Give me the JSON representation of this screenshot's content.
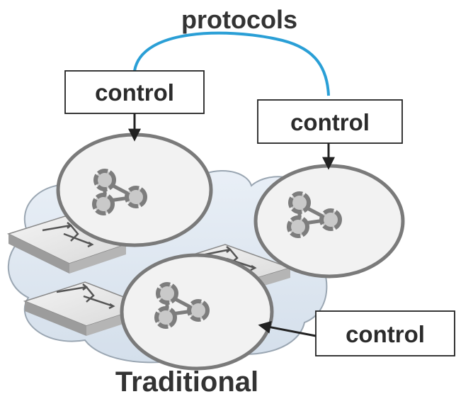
{
  "diagram": {
    "top_label": "protocols",
    "bottom_label": "Traditional",
    "control_boxes": [
      {
        "label": "control"
      },
      {
        "label": "control"
      },
      {
        "label": "control"
      }
    ],
    "colors": {
      "protocol_link": "#2a9fd6",
      "cloud_fill": "#dfe8f1",
      "disk_fill": "#f2f2f2",
      "disk_stroke": "#7a7a7a",
      "text": "#333333"
    }
  }
}
